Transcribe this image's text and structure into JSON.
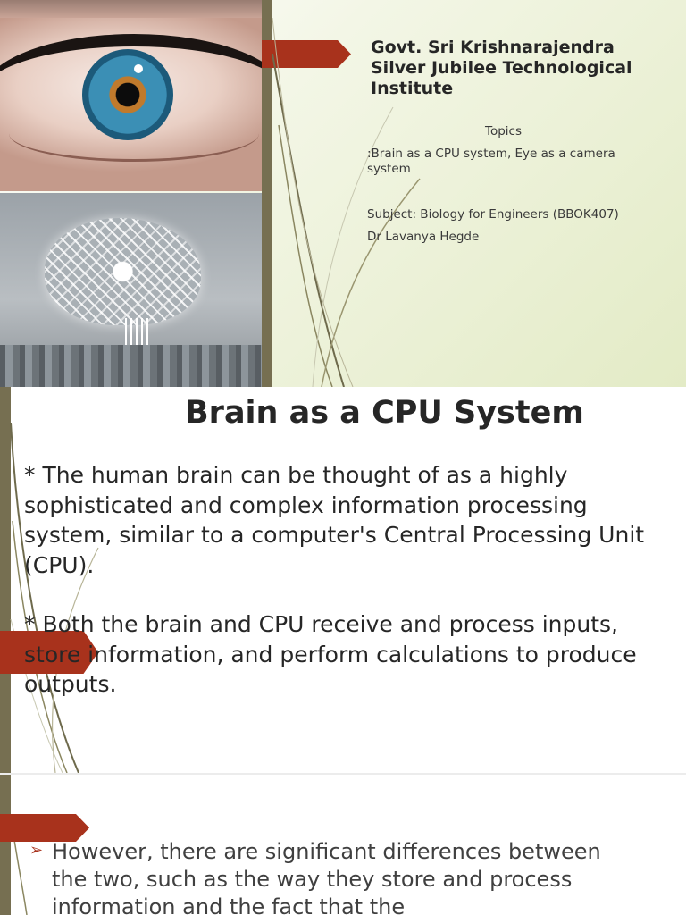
{
  "slide1": {
    "institute_name": "Govt. Sri Krishnarajendra Silver Jubilee Technological Institute",
    "topics_heading": "Topics",
    "topics_line": ":Brain as a CPU system, Eye as a camera system",
    "subject_line": "Subject: Biology for Engineers (BBOK407)",
    "author_line": "Dr Lavanya Hegde",
    "images": [
      "eye-photo",
      "circuit-brain-photo"
    ]
  },
  "slide2": {
    "title": "Brain as a CPU System",
    "paragraph_1": "* The human brain can be thought of as a highly sophisticated and complex information processing system, similar to a computer's Central Processing Unit (CPU).",
    "paragraph_2": "* Both the brain and CPU receive and process inputs, store information, and perform calculations to produce outputs."
  },
  "slide3": {
    "bullet_icon": "bullet-arrow-icon",
    "bullet_glyph": "➢",
    "bullet_text": "However, there are significant differences between the two, such as the way they store and process information and the fact that the"
  },
  "colors": {
    "accent": "#a8321c",
    "strip": "#766f51",
    "text": "#262626"
  }
}
